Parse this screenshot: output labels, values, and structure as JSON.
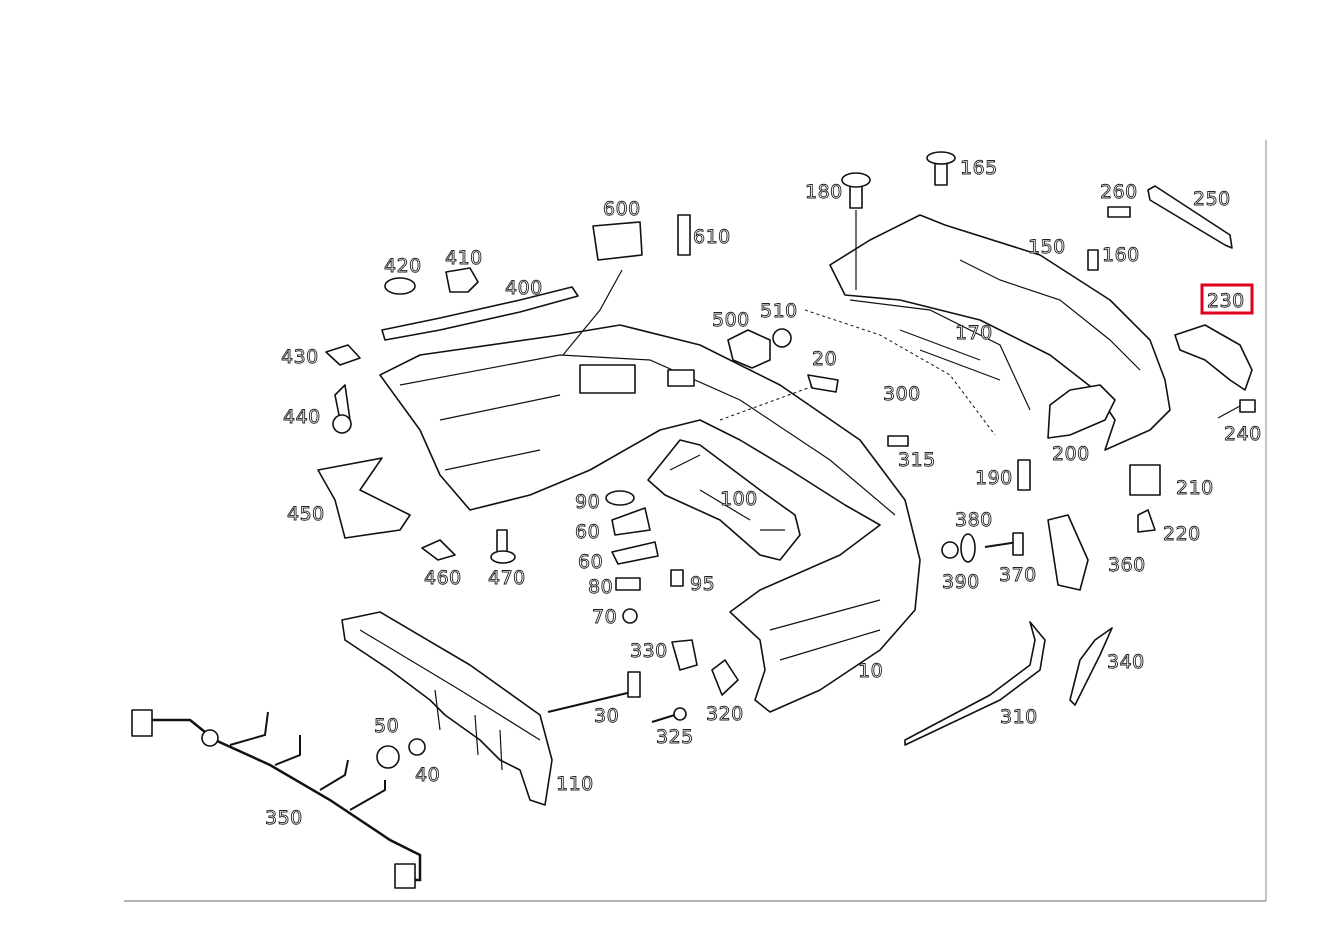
{
  "diagram": {
    "highlight": {
      "label": "230",
      "color": "#e0001b"
    },
    "labels": [
      "10",
      "20",
      "30",
      "40",
      "50",
      "60",
      "60",
      "70",
      "80",
      "90",
      "95",
      "100",
      "110",
      "150",
      "160",
      "165",
      "170",
      "180",
      "190",
      "200",
      "210",
      "220",
      "230",
      "240",
      "250",
      "260",
      "300",
      "310",
      "315",
      "320",
      "325",
      "330",
      "340",
      "350",
      "360",
      "370",
      "380",
      "390",
      "400",
      "410",
      "420",
      "430",
      "440",
      "450",
      "460",
      "470",
      "500",
      "510",
      "600",
      "610"
    ]
  }
}
